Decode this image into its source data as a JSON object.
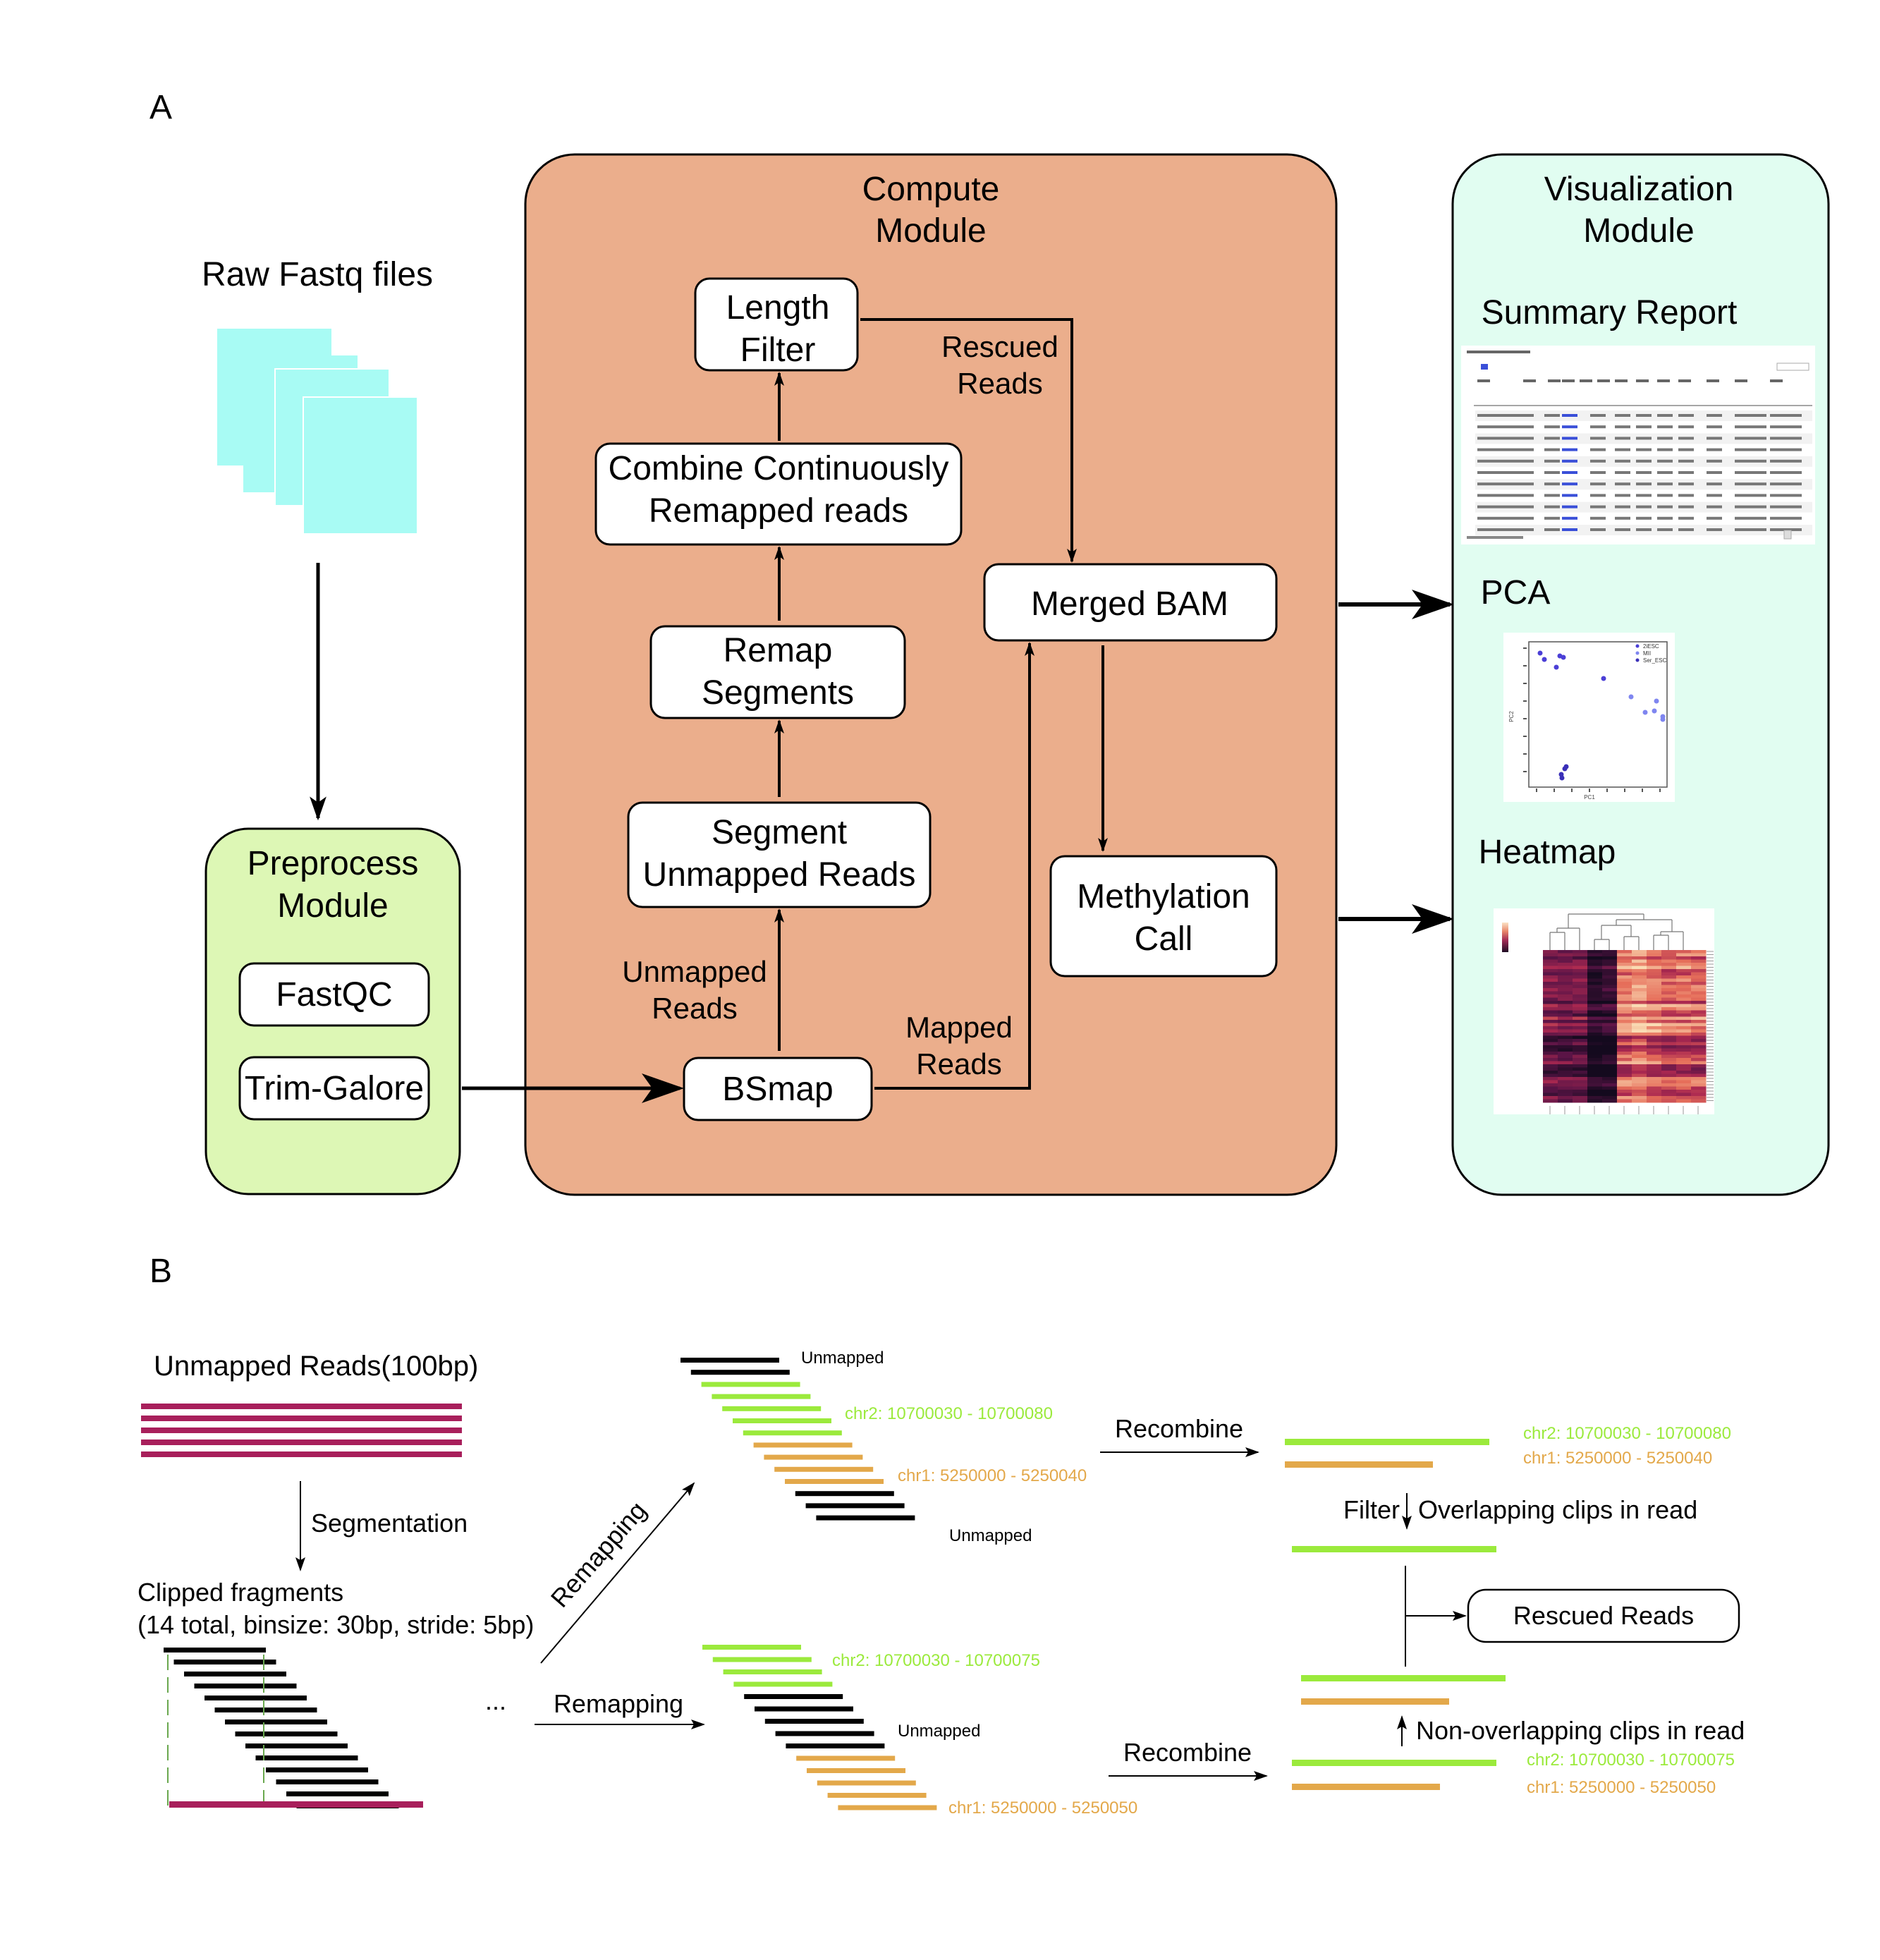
{
  "panel_a": {
    "label": "A",
    "raw_fastq": "Raw Fastq files",
    "preprocess": {
      "title": [
        "Preprocess",
        "Module"
      ],
      "tools": [
        "FastQC",
        "Trim-Galore"
      ]
    },
    "compute": {
      "title": [
        "Compute",
        "Module"
      ],
      "bsmap": "BSmap",
      "segment": [
        "Segment",
        "Unmapped Reads"
      ],
      "remap": [
        "Remap",
        "Segments"
      ],
      "combine": [
        "Combine Continuously",
        "Remapped reads"
      ],
      "length_filter": [
        "Length",
        "Filter"
      ],
      "merged_bam": "Merged BAM",
      "methylation_call": [
        "Methylation",
        "Call"
      ],
      "unmapped_reads": [
        "Unmapped",
        "Reads"
      ],
      "mapped_reads": [
        "Mapped",
        "Reads"
      ],
      "rescued_reads": [
        "Rescued",
        "Reads"
      ]
    },
    "visualization": {
      "title": [
        "Visualization",
        "Module"
      ],
      "summary_report": "Summary Report",
      "pca": "PCA",
      "heatmap": "Heatmap",
      "pca_legend": [
        "2iESC",
        "MII",
        "Ser_ESC"
      ],
      "pca_xlabel": "PC1",
      "pca_ylabel": "PC2"
    },
    "colors": {
      "preprocess_fill": "#ddf7b5",
      "compute_fill": "#ebae8c",
      "visualization_fill": "#e1fdf1",
      "fastq_fill": "#a8fbf4"
    }
  },
  "panel_b": {
    "label": "B",
    "unmapped_reads_title": "Unmapped Reads(100bp)",
    "segmentation": "Segmentation",
    "clipped_title": "Clipped fragments",
    "clipped_detail": "(14 total, binsize: 30bp, stride: 5bp)",
    "ellipsis": "...",
    "remapping_diag": "Remapping",
    "remapping_horiz": "Remapping",
    "top_group": {
      "unmapped_top": "Unmapped",
      "coord_green": "chr2: 10700030 - 10700080",
      "coord_orange": "chr1: 5250000 - 5250040",
      "unmapped_bottom": "Unmapped"
    },
    "bottom_group": {
      "coord_green": "chr2: 10700030 - 10700075",
      "unmapped": "Unmapped",
      "coord_orange": "chr1: 5250000 - 5250050"
    },
    "recombine_top": "Recombine",
    "recombine_bottom": "Recombine",
    "result_top": {
      "coord_green": "chr2: 10700030 - 10700080",
      "coord_orange": "chr1: 5250000 - 5250040"
    },
    "result_bottom": {
      "coord_green": "chr2: 10700030 - 10700075",
      "coord_orange": "chr1: 5250000 - 5250050"
    },
    "filter": "Filter",
    "overlapping": "Overlapping clips in read",
    "non_overlapping": "Non-overlapping clips in read",
    "rescued_reads": "Rescued Reads",
    "colors": {
      "read": "#a81f5b",
      "fragment": "#000000",
      "green": "#9bea3c",
      "orange": "#e3a84a"
    }
  }
}
